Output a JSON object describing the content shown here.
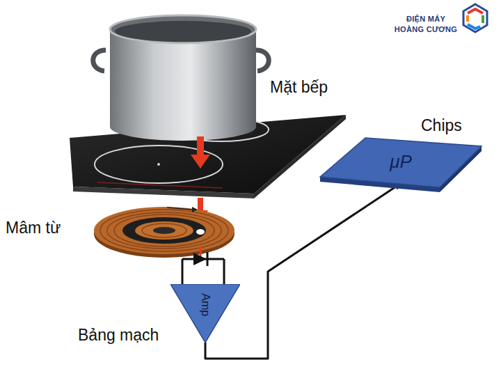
{
  "diagram": {
    "nodes": [
      {
        "text": [
          "Chips",
          "μP"
        ]
      },
      {
        "text": [
          "Amp"
        ]
      }
    ],
    "edges": [
      {
        "from": 1,
        "to": 0,
        "arrow": "to"
      }
    ],
    "labels": [
      "ĐIỆN MÁY",
      "HOÀNG CƯƠNG",
      "Mặt bếp",
      "Mâm từ",
      "Bảng mạch"
    ]
  }
}
